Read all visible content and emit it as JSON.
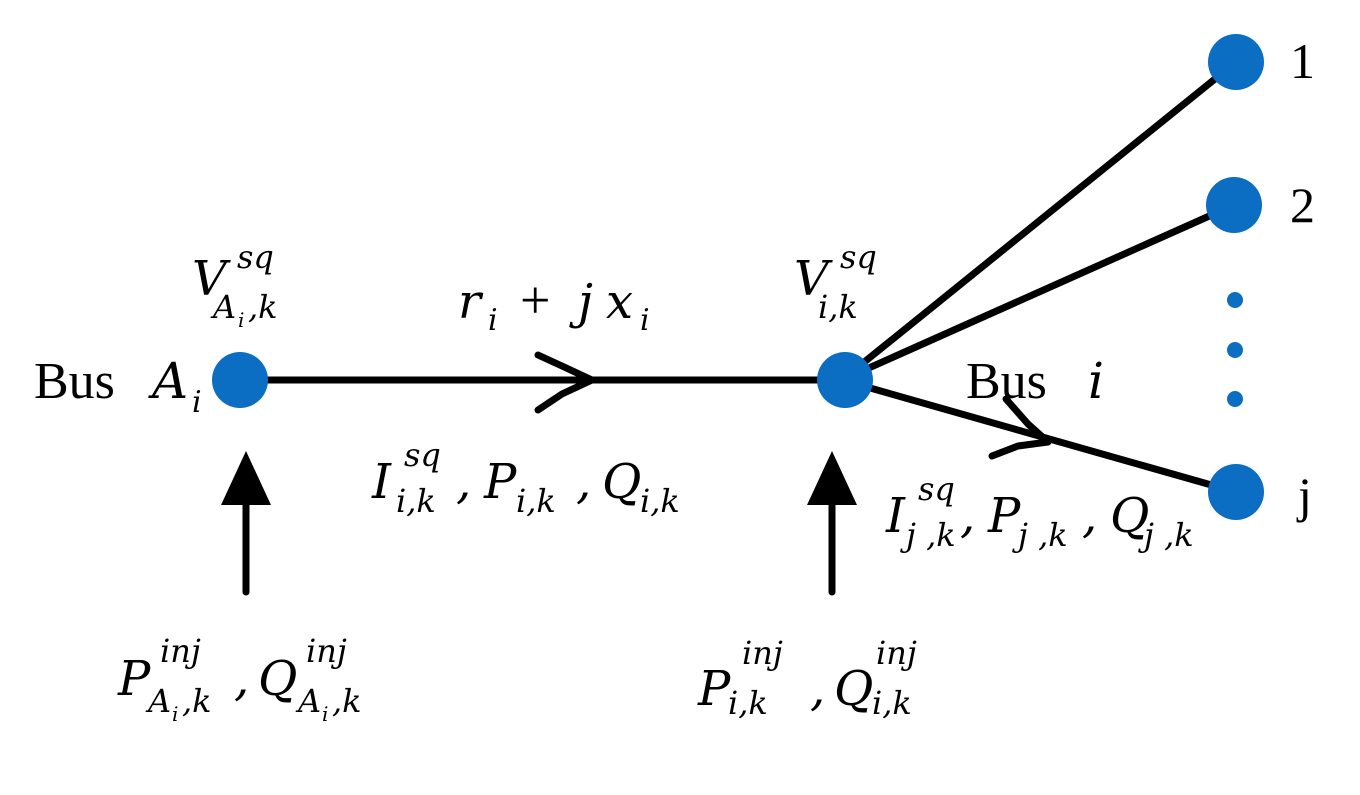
{
  "colors": {
    "node": "#0B6EC2",
    "line": "#000000"
  },
  "labels": {
    "bus_a": {
      "word": "Bus",
      "sym": "A",
      "sub": "i"
    },
    "bus_i": {
      "word": "Bus",
      "sym": "i"
    },
    "v_a": {
      "base": "V",
      "sup": "sq",
      "sub_sym": "A",
      "sub_sub": "i",
      "sub_rest": ",k"
    },
    "v_i": {
      "base": "V",
      "sup": "sq",
      "sub": "i,k"
    },
    "impedance": {
      "r": "r",
      "r_sub": "i",
      "op": "+",
      "j": "j",
      "x": "x",
      "x_sub": "i"
    },
    "flow_i": {
      "I": "I",
      "I_sup": "sq",
      "I_sub": "i,k",
      "P": "P",
      "P_sub": "i,k",
      "Q": "Q",
      "Q_sub": "i,k",
      "sep": ","
    },
    "flow_j": {
      "I": "I",
      "I_sup": "sq",
      "I_sub": "j ,k",
      "P": "P",
      "P_sub": "j ,k",
      "Q": "Q",
      "Q_sub": "j ,k",
      "sep": ","
    },
    "inj_a": {
      "P": "P",
      "P_sup": "inj",
      "P_sub_sym": "A",
      "P_sub_sub": "i",
      "P_sub_rest": ",k",
      "Q": "Q",
      "Q_sup": "inj",
      "Q_sub_sym": "A",
      "Q_sub_sub": "i",
      "Q_sub_rest": ",k",
      "sep": ","
    },
    "inj_i": {
      "P": "P",
      "P_sup": "inj",
      "P_sub": "i,k",
      "Q": "Q",
      "Q_sup": "inj",
      "Q_sub": "i,k",
      "sep": ","
    },
    "branches": [
      "1",
      "2",
      "j"
    ]
  }
}
